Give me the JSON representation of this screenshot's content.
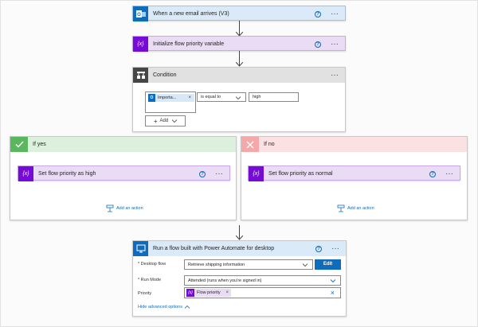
{
  "steps": {
    "email": {
      "title": "When a new email arrives (V3)",
      "icon": "outlook-icon",
      "color": "#0f6cbd"
    },
    "init": {
      "title": "Initialize flow priority variable",
      "icon": "variable-icon",
      "color": "#770bd6"
    },
    "condition": {
      "title": "Condition",
      "icon": "condition-icon",
      "left_token": "Importa...",
      "operator": "is equal to",
      "right_value": "high",
      "add_label": "Add"
    }
  },
  "branches": {
    "yes": {
      "title": "If yes",
      "action_title": "Set flow priority as high",
      "add_action": "Add an action",
      "color": "#5ab65f"
    },
    "no": {
      "title": "If no",
      "action_title": "Set flow priority as normal",
      "add_action": "Add an action",
      "color": "#f4a8a8"
    }
  },
  "desktop": {
    "title": "Run a flow built with Power Automate for desktop",
    "desktop_flow_label": "* Desktop flow",
    "desktop_flow_value": "Retrieve shipping information",
    "edit_label": "Edit",
    "run_mode_label": "* Run Mode",
    "run_mode_value": "Attended (runs when you're signed in)",
    "priority_label": "Priority",
    "priority_token": "Flow priority",
    "advanced_label": "Hide advanced options"
  },
  "help_glyph": "?",
  "more_glyph": "···"
}
